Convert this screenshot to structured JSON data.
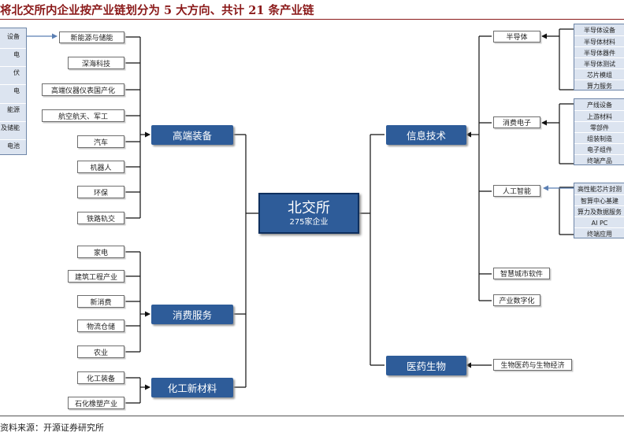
{
  "title": "将北交所内企业按产业链划分为 5 大方向、共计 21 条产业链",
  "source": "资料来源：开源证券研究所",
  "center": {
    "main": "北交所",
    "sub": "275家企业"
  },
  "directions": {
    "high_end": "高端装备",
    "consumer": "消费服务",
    "chemical": "化工新材料",
    "info": "信息技术",
    "medical": "医药生物"
  },
  "chains": {
    "high_end": [
      "新能源与储能",
      "深海科技",
      "高端仪器仪表国产化",
      "航空航天、军工",
      "汽车",
      "机器人",
      "环保",
      "铁路轨交"
    ],
    "consumer": [
      "家电",
      "建筑工程产业",
      "新消费",
      "物流仓储",
      "农业"
    ],
    "chemical": [
      "化工装备",
      "石化橡塑产业"
    ],
    "info": [
      "半导体",
      "消费电子",
      "人工智能",
      "智慧城市软件",
      "产业数字化"
    ],
    "medical": [
      "生物医药与生物经济"
    ]
  },
  "left_panel": [
    "设备",
    "电",
    "伏",
    "电",
    "能源",
    "及储能",
    "电池"
  ],
  "sub_panels": {
    "semiconductor": [
      "半导体设备",
      "半导体材料",
      "半导体器件",
      "半导体测试",
      "芯片模组",
      "算力服务"
    ],
    "consumer_electronics": [
      "产线设备",
      "上游材料",
      "零部件",
      "组装制造",
      "电子组件",
      "终端产品"
    ],
    "ai": [
      "高性能芯片封测",
      "智算中心基建",
      "算力及数据服务",
      "AI PC",
      "终端应用"
    ]
  },
  "colors": {
    "accent": "#2E5C99",
    "title": "#8B1A1A",
    "panel": "#DCE4F0"
  }
}
